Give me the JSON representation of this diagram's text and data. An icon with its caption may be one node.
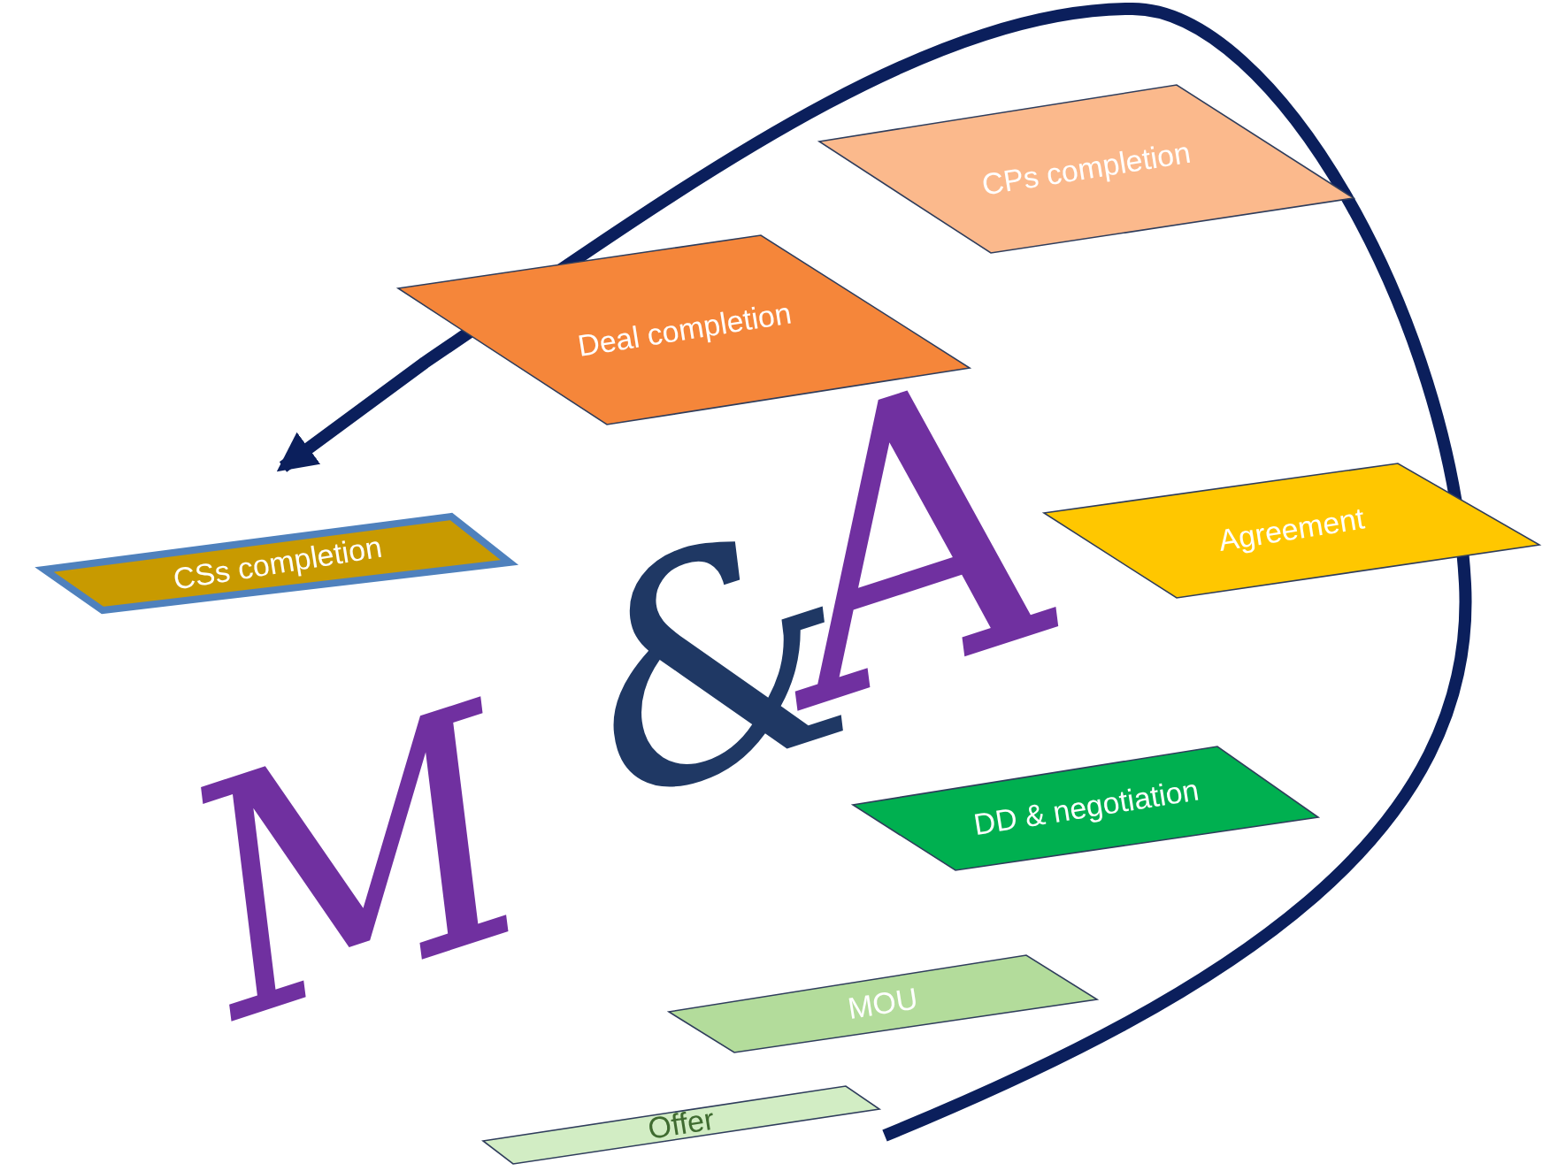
{
  "diagram": {
    "nodes": [
      {
        "text": [
          "CPs completion"
        ]
      },
      {
        "text": [
          "Deal completion"
        ]
      },
      {
        "text": [
          "CSs completion"
        ]
      },
      {
        "text": [
          "Agreement"
        ]
      },
      {
        "text": [
          "DD & negotiation"
        ]
      },
      {
        "text": [
          "MOU"
        ]
      },
      {
        "text": [
          "Offer"
        ]
      }
    ],
    "edges": [
      {
        "from": null,
        "to": 2,
        "arrow": "to"
      }
    ],
    "labels": [
      "M",
      "&",
      "A"
    ]
  }
}
